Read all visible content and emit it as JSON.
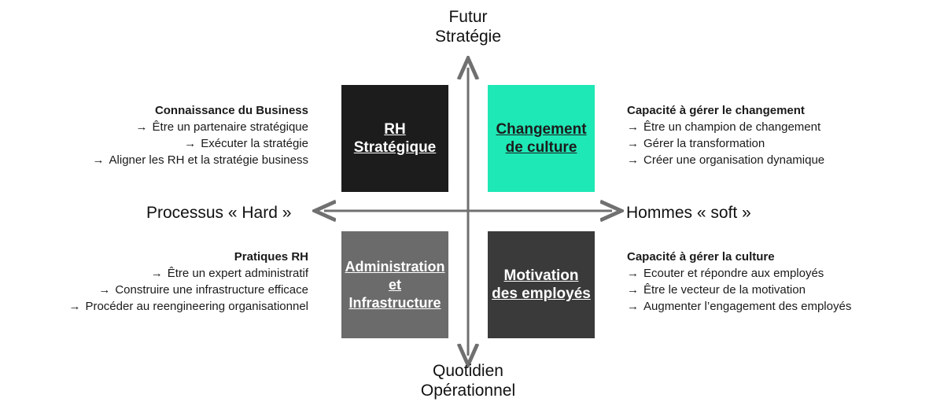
{
  "axes": {
    "top": [
      "Futur",
      "Stratégie"
    ],
    "bottom": [
      "Quotidien",
      "Opérationnel"
    ],
    "left": "Processus « Hard »",
    "right": "Hommes « soft »"
  },
  "quadrants": {
    "top_left": {
      "lines": [
        "RH",
        "Stratégique"
      ],
      "color": "#1c1c1c"
    },
    "top_right": {
      "lines": [
        "Changement",
        "de culture"
      ],
      "color": "#1ee8b6"
    },
    "bottom_left": {
      "lines": [
        "Administration",
        "et",
        "Infrastructure"
      ],
      "color": "#6b6b6b"
    },
    "bottom_right": {
      "lines": [
        "Motivation",
        "des employés"
      ],
      "color": "#3a3a3a"
    }
  },
  "blocks": {
    "top_left": {
      "heading": "Connaissance du Business",
      "items": [
        "Être un partenaire stratégique",
        "Exécuter la stratégie",
        "Aligner les RH et la stratégie business"
      ]
    },
    "bottom_left": {
      "heading": "Pratiques RH",
      "items": [
        "Être un expert administratif",
        "Construire une infrastructure efficace",
        "Procéder au reengineering organisationnel"
      ]
    },
    "top_right": {
      "heading": "Capacité à gérer le changement",
      "items": [
        "Être un champion de changement",
        "Gérer la transformation",
        "Créer une organisation dynamique"
      ]
    },
    "bottom_right": {
      "heading": "Capacité à gérer la culture",
      "items": [
        "Ecouter et répondre aux employés",
        "Être le vecteur de la motivation",
        "Augmenter l’engagement des employés"
      ]
    }
  },
  "bullet_glyph": "→",
  "axis_color": "#707070"
}
